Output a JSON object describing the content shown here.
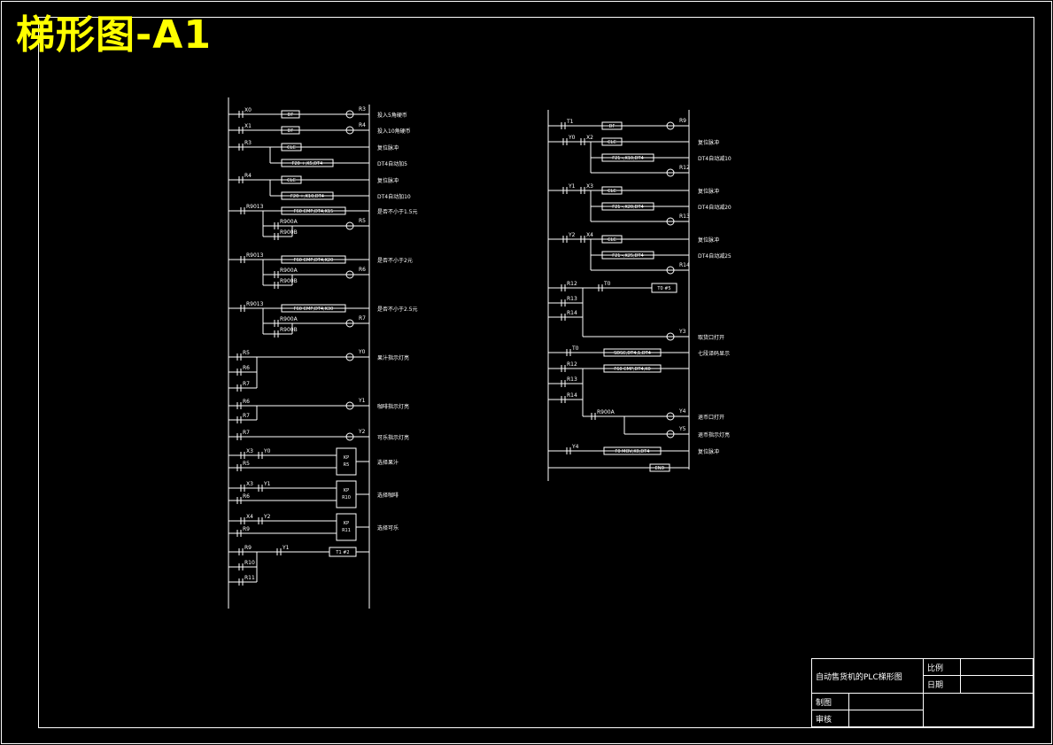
{
  "title": "梯形图-A1",
  "title_block": {
    "drawing_name": "自动售货机的PLC梯形图",
    "scale_label": "比例",
    "date_label": "日期",
    "drafted_label": "制图",
    "reviewed_label": "审核"
  },
  "left_ladder": {
    "rungs": [
      {
        "contacts": [
          "X0"
        ],
        "block": "DF",
        "coil": "R3",
        "comment": "投入5角硬币"
      },
      {
        "contacts": [
          "X1"
        ],
        "block": "DF",
        "coil": "R4",
        "comment": "投入10角硬币"
      },
      {
        "contacts": [
          "R3"
        ],
        "block": "CLC",
        "comment": "复位脉冲"
      },
      {
        "block": "F20 +,K5,DT4",
        "comment": "DT4自动加5"
      },
      {
        "contacts": [
          "R4"
        ],
        "block": "CLC",
        "comment": "复位脉冲"
      },
      {
        "block": "F20 +,K10,DT4",
        "comment": "DT4自动加10"
      },
      {
        "contacts": [
          "R9013"
        ],
        "block": "F60 CMP,DT4,K15",
        "comment": "是否不小于1.5元",
        "sub": [
          "R900A",
          "R900B"
        ],
        "coil": "R5"
      },
      {
        "contacts": [
          "R9013"
        ],
        "block": "F60 CMP,DT4,K20",
        "comment": "是否不小于2元",
        "sub": [
          "R900A",
          "R900B"
        ],
        "coil": "R6"
      },
      {
        "contacts": [
          "R9013"
        ],
        "block": "F60 CMP,DT4,K30",
        "comment": "是否不小于2.5元",
        "sub": [
          "R900A",
          "R900B"
        ],
        "coil": "R7"
      },
      {
        "contacts": [
          "R5",
          "R6",
          "R7"
        ],
        "coil": "Y0",
        "comment": "果汁指示灯亮"
      },
      {
        "contacts": [
          "R6",
          "R7"
        ],
        "coil": "Y1",
        "comment": "咖啡指示灯亮"
      },
      {
        "contacts": [
          "R7"
        ],
        "coil": "Y2",
        "comment": "可乐指示灯亮"
      },
      {
        "contacts": [
          "X3",
          "Y0",
          "R5"
        ],
        "block": "KP R5",
        "comment": "选择果汁"
      },
      {
        "contacts": [
          "X3",
          "Y1",
          "R6"
        ],
        "block": "KP R10",
        "comment": "选择咖啡"
      },
      {
        "contacts": [
          "X4",
          "Y2",
          "R9"
        ],
        "block": "KP R11",
        "comment": "选择可乐"
      },
      {
        "contacts": [
          "R9",
          "R10",
          "R11",
          "Y1"
        ],
        "block": "T1 #2"
      }
    ]
  },
  "right_ladder": {
    "rungs": [
      {
        "contacts": [
          "T1"
        ],
        "block": "DF",
        "coil": "R9"
      },
      {
        "contacts": [
          "Y0",
          "X2"
        ],
        "block": "CLC",
        "comment": "复位脉冲"
      },
      {
        "block": "F21 -,K10,DT4",
        "comment": "DT4自动减10",
        "coil": "R12"
      },
      {
        "contacts": [
          "Y1",
          "X3"
        ],
        "block": "CLC",
        "comment": "复位脉冲"
      },
      {
        "block": "F21 -,K20,DT4",
        "comment": "DT4自动减20",
        "coil": "R13"
      },
      {
        "contacts": [
          "Y2",
          "X4"
        ],
        "block": "CLC",
        "comment": "复位脉冲"
      },
      {
        "block": "F21 -,K25,DT4",
        "comment": "DT4自动减25",
        "coil": "R14"
      },
      {
        "contacts": [
          "R12",
          "R13",
          "R14",
          "T0"
        ],
        "block": "T0 #5",
        "coil": "Y3",
        "comment": "取货口打开"
      },
      {
        "contacts": [
          "T0"
        ],
        "block": "SDSC,DT4,1,DT4",
        "comment": "七段译码显示"
      },
      {
        "contacts": [
          "R12",
          "R13",
          "R14"
        ],
        "block": "F60 CMP,DT4,K0",
        "sub": [
          "R900A"
        ],
        "coil": "Y4",
        "comment": "退币口打开"
      },
      {
        "coil": "Y5",
        "comment": "退币指示灯亮"
      },
      {
        "contacts": [
          "Y4"
        ],
        "block": "F0 MOV,K0,DT4",
        "comment": "复位脉冲"
      },
      {
        "block": "END"
      }
    ]
  }
}
